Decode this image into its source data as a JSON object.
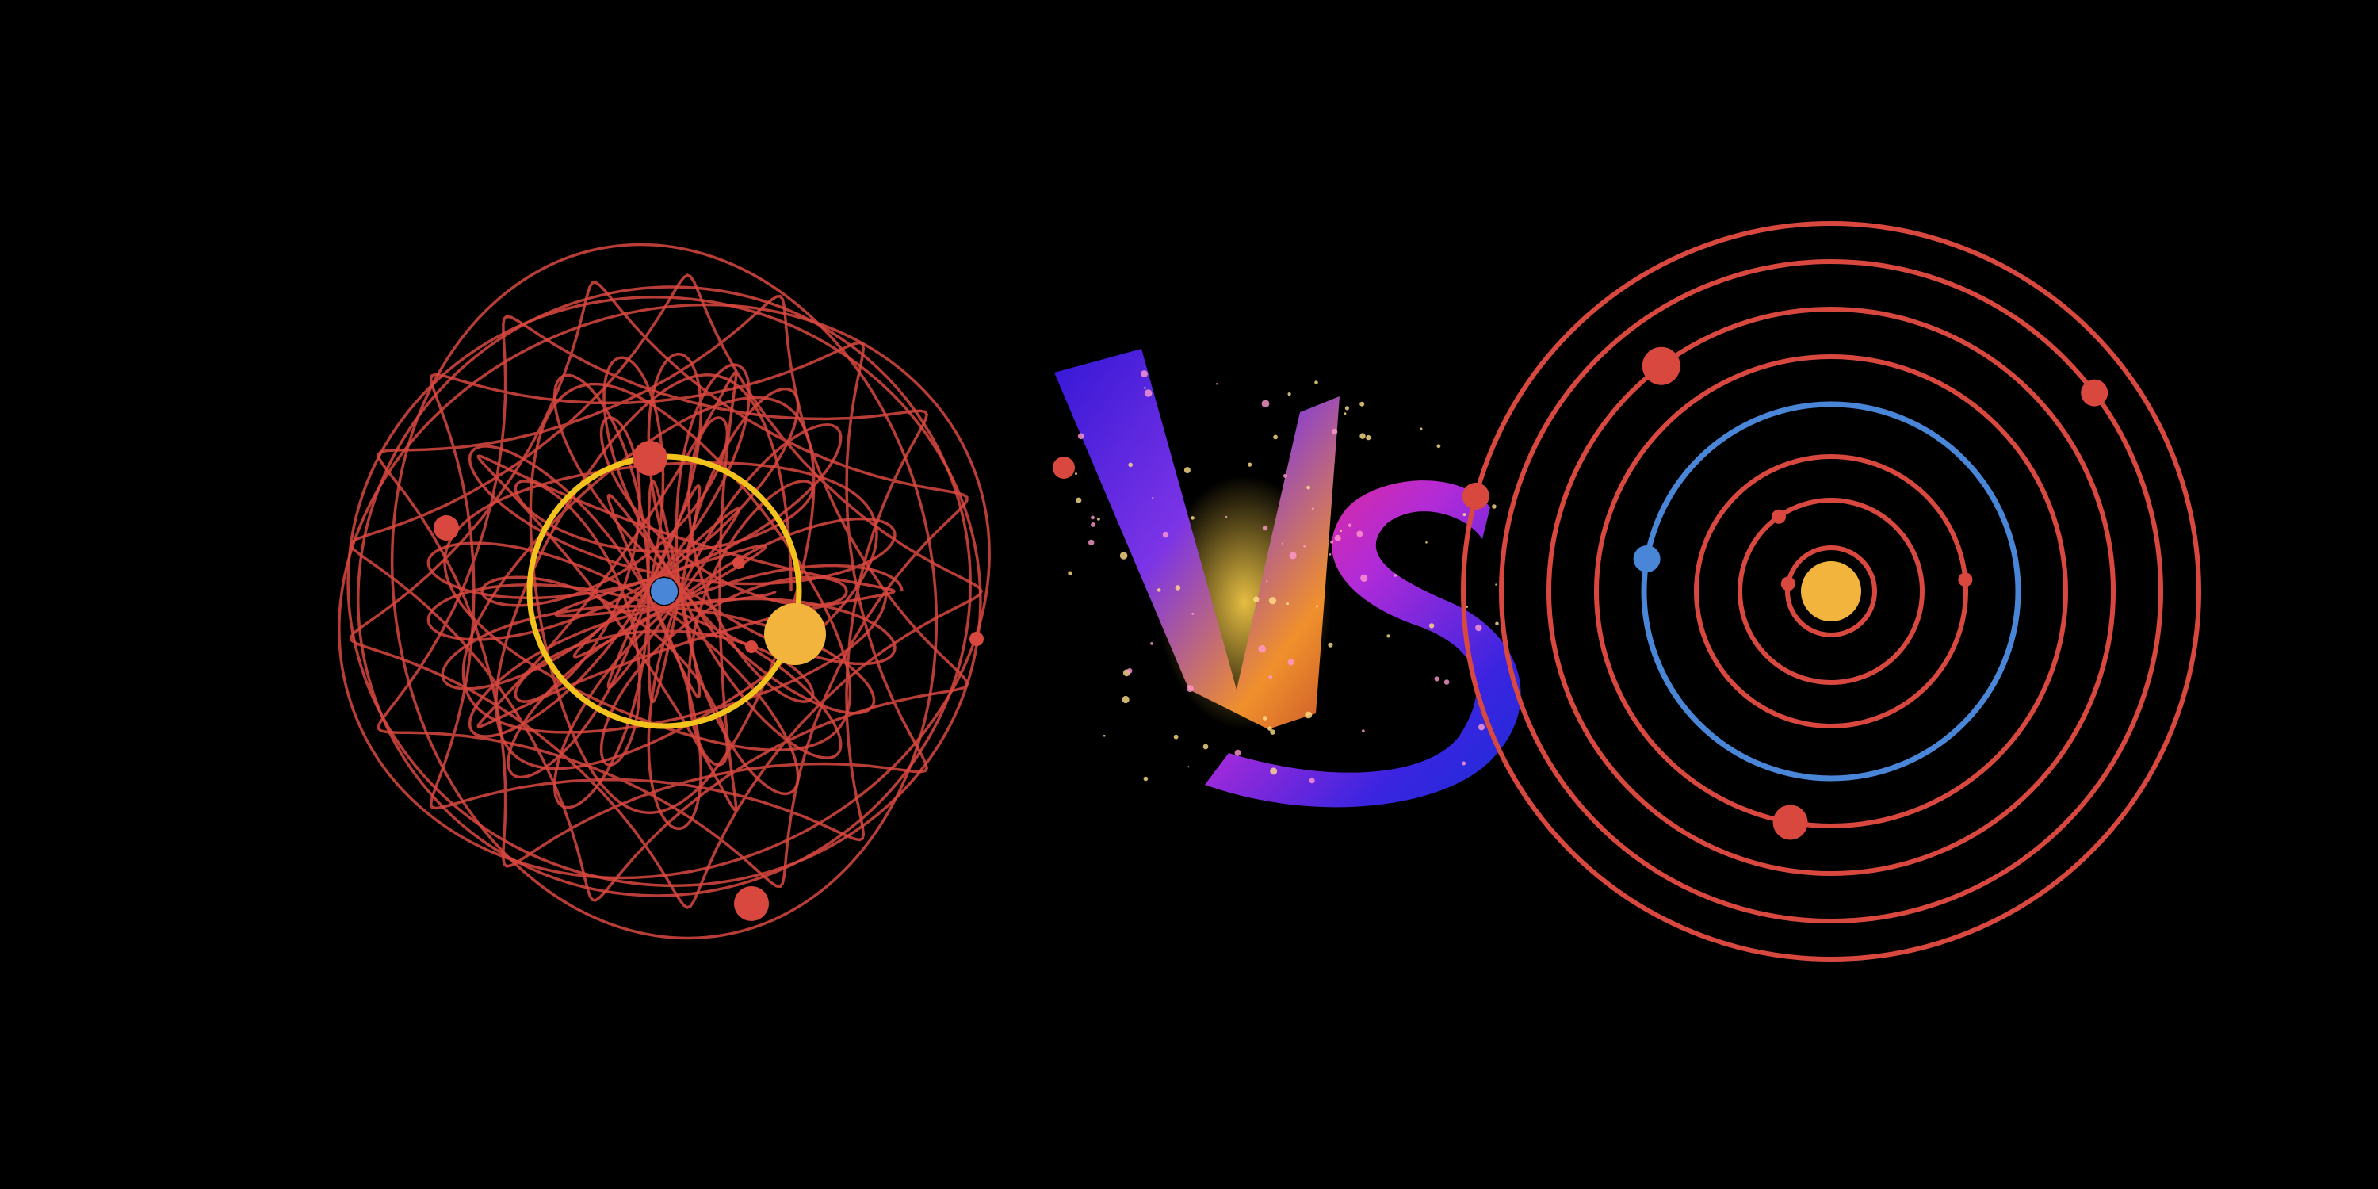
{
  "background_color": "#000000",
  "left_panel": {
    "model": "geocentric",
    "orbit_color": "#d8483f",
    "central_body_color": "#4a86d8",
    "sun_color": "#f2b43c",
    "sun_orbit_color": "#f2c21d",
    "planet_color": "#d8483f"
  },
  "versus_badge": {
    "text": "VS",
    "letter_v": "V",
    "letter_s": "S",
    "colors": [
      "#3a1ad8",
      "#8a33e8",
      "#f28a2a",
      "#ff2b6e",
      "#1a2fd8"
    ],
    "icon": "versus-icon"
  },
  "right_panel": {
    "model": "heliocentric",
    "orbit_color": "#d8483f",
    "earth_orbit_color": "#4a86d8",
    "sun_color": "#f2b43c",
    "earth_color": "#4a86d8",
    "planet_color": "#d8483f",
    "planet_count": 8
  }
}
